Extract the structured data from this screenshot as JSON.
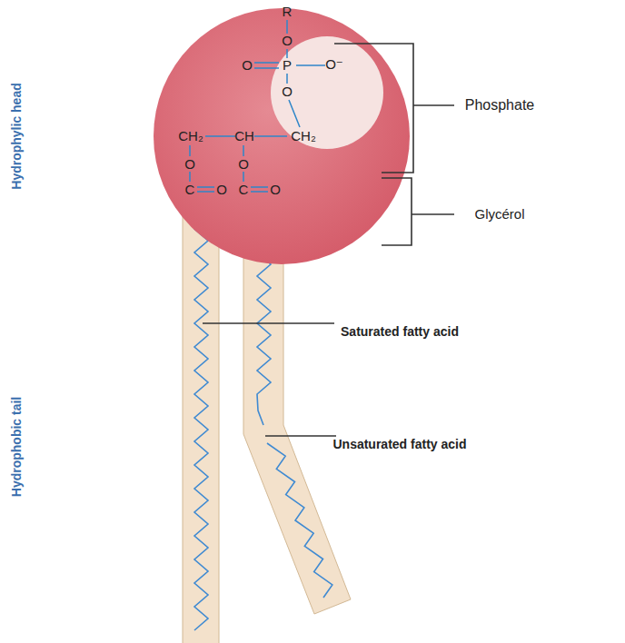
{
  "diagram": {
    "labels": [
      "Hydrophylic head",
      "Hydrophobic tail",
      "Phosphate",
      "Glycérol",
      "Saturated fatty acid",
      "Unsaturated fatty acid",
      "R",
      "O",
      "O",
      "P",
      "O⁻",
      "O",
      "CH₂",
      "CH",
      "CH₂",
      "O",
      "O",
      "C",
      "O",
      "C",
      "O"
    ]
  }
}
